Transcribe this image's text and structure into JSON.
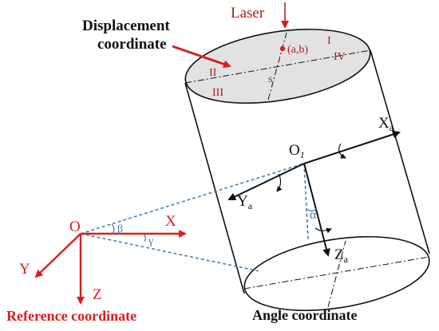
{
  "labels": {
    "laser": "Laser",
    "displacement_line1": "Displacement",
    "displacement_line2": "coordinate",
    "point": "(a,b)",
    "quadrant_I": "I",
    "quadrant_II": "II",
    "quadrant_III": "III",
    "quadrant_IV": "IV",
    "s": "s",
    "O1_main": "O",
    "O1_sub": "1",
    "Xa_main": "X",
    "Xa_sub": "a",
    "Ya_main": "Y",
    "Ya_sub": "a",
    "Za_main": "Z",
    "Za_sub": "a",
    "alpha": "α",
    "O": "O",
    "beta": "β",
    "gamma": "γ",
    "X": "X",
    "Y": "Y",
    "Z": "Z",
    "reference_caption": "Reference coordinate",
    "angle_caption": "Angle coordinate"
  },
  "colors": {
    "red": "#d91e1e",
    "dark_red": "#b01818",
    "blue_dash": "#4a7fb0",
    "ellipse_fill": "#e2e2e2",
    "black": "#111111"
  }
}
